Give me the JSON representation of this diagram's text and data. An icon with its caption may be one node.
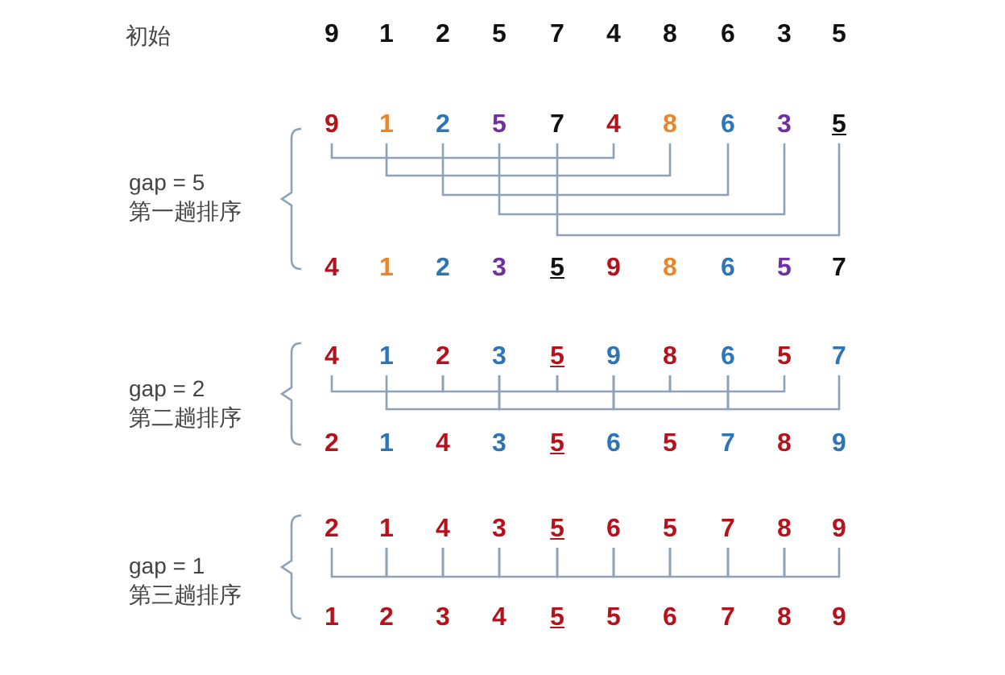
{
  "diagram": {
    "nodes": [
      {
        "text": [
          "9"
        ]
      },
      {
        "text": [
          "1"
        ]
      },
      {
        "text": [
          "2"
        ]
      },
      {
        "text": [
          "5"
        ]
      },
      {
        "text": [
          "7"
        ]
      },
      {
        "text": [
          "4"
        ]
      },
      {
        "text": [
          "8"
        ]
      },
      {
        "text": [
          "6"
        ]
      },
      {
        "text": [
          "3"
        ]
      },
      {
        "text": [
          "5"
        ]
      },
      {
        "text": [
          "4"
        ]
      },
      {
        "text": [
          "1"
        ]
      },
      {
        "text": [
          "2"
        ]
      },
      {
        "text": [
          "3"
        ]
      },
      {
        "text": [
          "5"
        ]
      },
      {
        "text": [
          "9"
        ]
      },
      {
        "text": [
          "8"
        ]
      },
      {
        "text": [
          "6"
        ]
      },
      {
        "text": [
          "5"
        ]
      },
      {
        "text": [
          "7"
        ]
      },
      {
        "text": [
          "2"
        ]
      },
      {
        "text": [
          "1"
        ]
      },
      {
        "text": [
          "4"
        ]
      },
      {
        "text": [
          "3"
        ]
      },
      {
        "text": [
          "5"
        ]
      },
      {
        "text": [
          "6"
        ]
      },
      {
        "text": [
          "5"
        ]
      },
      {
        "text": [
          "7"
        ]
      },
      {
        "text": [
          "8"
        ]
      },
      {
        "text": [
          "9"
        ]
      }
    ],
    "edges": [
      {
        "from": 0,
        "to": 5,
        "arrow": "none"
      },
      {
        "from": 1,
        "to": 6,
        "arrow": "none"
      },
      {
        "from": 2,
        "to": 7,
        "arrow": "none"
      },
      {
        "from": 3,
        "to": 8,
        "arrow": "none"
      },
      {
        "from": 4,
        "to": 9,
        "arrow": "none"
      },
      {
        "from": 10,
        "to": 12,
        "arrow": "none"
      },
      {
        "from": 12,
        "to": 14,
        "arrow": "none"
      },
      {
        "from": 14,
        "to": 16,
        "arrow": "none"
      },
      {
        "from": 16,
        "to": 18,
        "arrow": "none"
      },
      {
        "from": 11,
        "to": 13,
        "arrow": "none"
      },
      {
        "from": 13,
        "to": 15,
        "arrow": "none"
      },
      {
        "from": 15,
        "to": 17,
        "arrow": "none"
      },
      {
        "from": 17,
        "to": 19,
        "arrow": "none"
      },
      {
        "from": 20,
        "to": 21,
        "arrow": "none"
      },
      {
        "from": 21,
        "to": 22,
        "arrow": "none"
      },
      {
        "from": 22,
        "to": 23,
        "arrow": "none"
      },
      {
        "from": 23,
        "to": 24,
        "arrow": "none"
      },
      {
        "from": 24,
        "to": 25,
        "arrow": "none"
      },
      {
        "from": 25,
        "to": 26,
        "arrow": "none"
      },
      {
        "from": 26,
        "to": 27,
        "arrow": "none"
      },
      {
        "from": 27,
        "to": 28,
        "arrow": "none"
      },
      {
        "from": 28,
        "to": 29,
        "arrow": "none"
      }
    ],
    "labels": [
      "初始",
      "9",
      "1",
      "2",
      "5",
      "7",
      "4",
      "8",
      "6",
      "3",
      "5",
      "gap = 5",
      "第一趟排序",
      "4",
      "1",
      "2",
      "3",
      "5",
      "9",
      "8",
      "6",
      "5",
      "7",
      "gap = 2",
      "第二趟排序",
      "2",
      "1",
      "4",
      "3",
      "5",
      "6",
      "5",
      "7",
      "8",
      "9",
      "gap = 1",
      "第三趟排序",
      "1",
      "2",
      "3",
      "4",
      "5",
      "5",
      "6",
      "7",
      "8",
      "9"
    ]
  }
}
